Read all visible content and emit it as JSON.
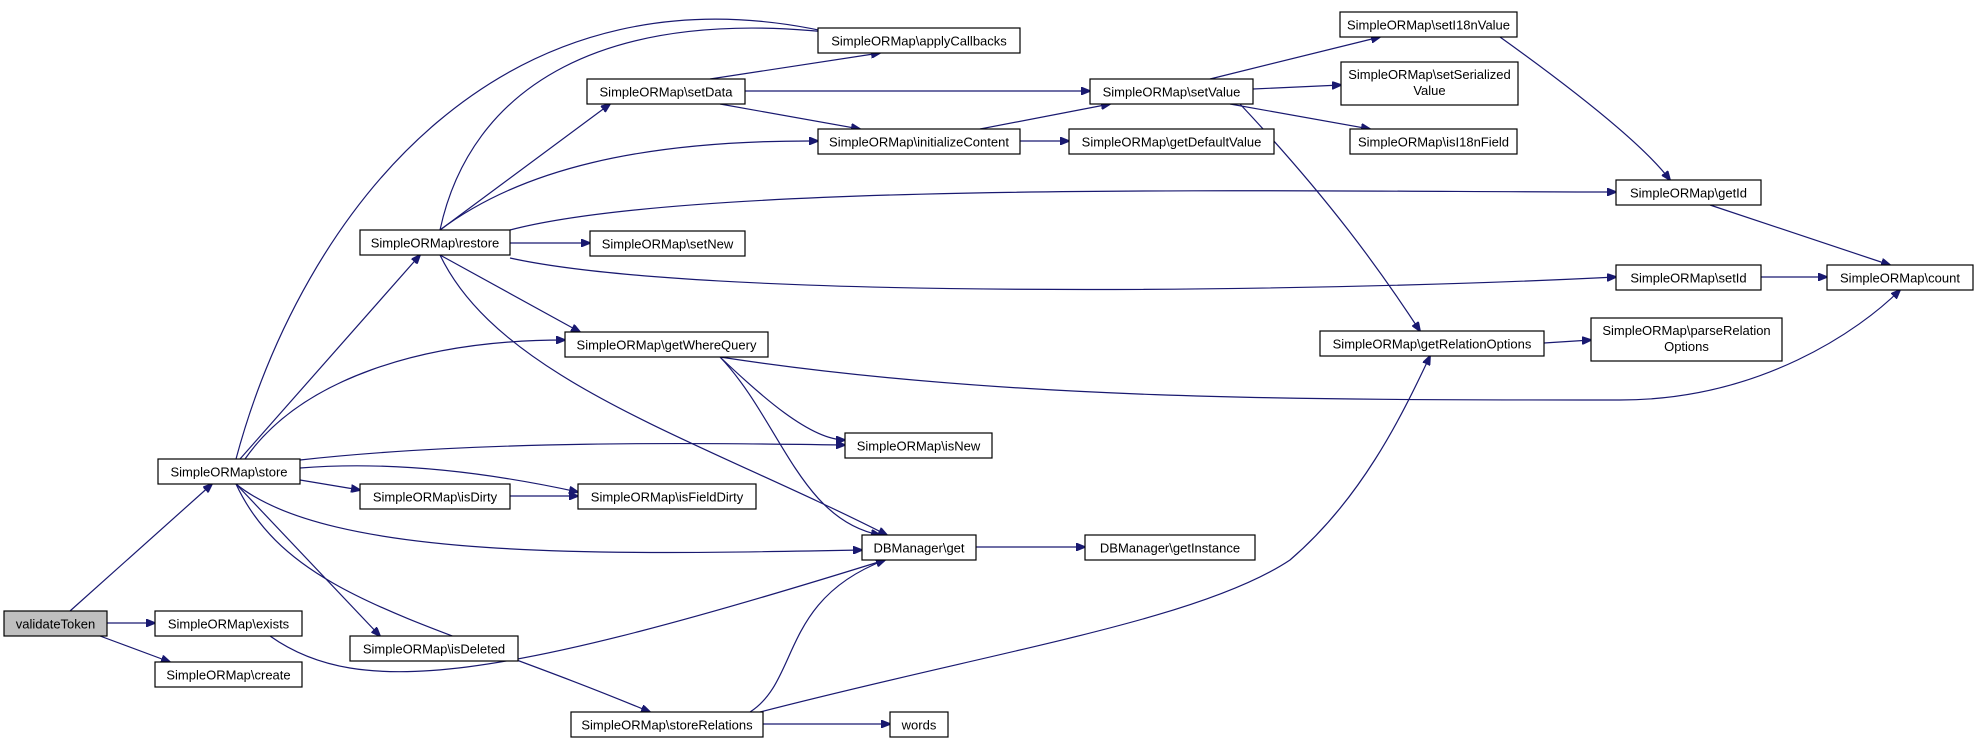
{
  "colors": {
    "edge": "#191970",
    "node_border": "#000000",
    "node_fill": "#ffffff",
    "root_fill": "#bfbfbf",
    "background": "#ffffff"
  },
  "nodes": [
    {
      "id": "validateToken",
      "label": "validateToken",
      "root": true
    },
    {
      "id": "store",
      "label": "SimpleORMap\\store"
    },
    {
      "id": "exists",
      "label": "SimpleORMap\\exists"
    },
    {
      "id": "create",
      "label": "SimpleORMap\\create"
    },
    {
      "id": "restore",
      "label": "SimpleORMap\\restore"
    },
    {
      "id": "applyCallbacks",
      "label": "SimpleORMap\\applyCallbacks"
    },
    {
      "id": "setData",
      "label": "SimpleORMap\\setData"
    },
    {
      "id": "initializeContent",
      "label": "SimpleORMap\\initializeContent"
    },
    {
      "id": "setNew",
      "label": "SimpleORMap\\setNew"
    },
    {
      "id": "getWhereQuery",
      "label": "SimpleORMap\\getWhereQuery"
    },
    {
      "id": "isNew",
      "label": "SimpleORMap\\isNew"
    },
    {
      "id": "isDirty",
      "label": "SimpleORMap\\isDirty"
    },
    {
      "id": "isFieldDirty",
      "label": "SimpleORMap\\isFieldDirty"
    },
    {
      "id": "dbget",
      "label": "DBManager\\get"
    },
    {
      "id": "getInstance",
      "label": "DBManager\\getInstance"
    },
    {
      "id": "isDeleted",
      "label": "SimpleORMap\\isDeleted"
    },
    {
      "id": "storeRelations",
      "label": "SimpleORMap\\storeRelations"
    },
    {
      "id": "words",
      "label": "words"
    },
    {
      "id": "setValue",
      "label": "SimpleORMap\\setValue"
    },
    {
      "id": "getDefaultValue",
      "label": "SimpleORMap\\getDefaultValue"
    },
    {
      "id": "setI18nValue",
      "label": "SimpleORMap\\setI18nValue"
    },
    {
      "id": "setSerializedValue",
      "label": "SimpleORMap\\setSerialized Value"
    },
    {
      "id": "isI18nField",
      "label": "SimpleORMap\\isI18nField"
    },
    {
      "id": "getId",
      "label": "SimpleORMap\\getId"
    },
    {
      "id": "setId",
      "label": "SimpleORMap\\setId"
    },
    {
      "id": "count",
      "label": "SimpleORMap\\count"
    },
    {
      "id": "getRelationOptions",
      "label": "SimpleORMap\\getRelationOptions"
    },
    {
      "id": "parseRelationOptions",
      "label": "SimpleORMap\\parseRelation Options"
    }
  ],
  "edges": [
    [
      "validateToken",
      "store"
    ],
    [
      "validateToken",
      "exists"
    ],
    [
      "validateToken",
      "create"
    ],
    [
      "store",
      "applyCallbacks"
    ],
    [
      "store",
      "restore"
    ],
    [
      "store",
      "getWhereQuery"
    ],
    [
      "store",
      "isNew"
    ],
    [
      "store",
      "isDirty"
    ],
    [
      "store",
      "isFieldDirty"
    ],
    [
      "store",
      "dbget"
    ],
    [
      "store",
      "isDeleted"
    ],
    [
      "store",
      "storeRelations"
    ],
    [
      "exists",
      "dbget"
    ],
    [
      "restore",
      "applyCallbacks"
    ],
    [
      "restore",
      "setData"
    ],
    [
      "restore",
      "initializeContent"
    ],
    [
      "restore",
      "getId"
    ],
    [
      "restore",
      "setNew"
    ],
    [
      "restore",
      "setId"
    ],
    [
      "restore",
      "getWhereQuery"
    ],
    [
      "restore",
      "dbget"
    ],
    [
      "setData",
      "applyCallbacks"
    ],
    [
      "setData",
      "setValue"
    ],
    [
      "setData",
      "initializeContent"
    ],
    [
      "initializeContent",
      "setValue"
    ],
    [
      "initializeContent",
      "getDefaultValue"
    ],
    [
      "setValue",
      "setI18nValue"
    ],
    [
      "setValue",
      "setSerializedValue"
    ],
    [
      "setValue",
      "isI18nField"
    ],
    [
      "setValue",
      "getRelationOptions"
    ],
    [
      "setI18nValue",
      "getId"
    ],
    [
      "getId",
      "count"
    ],
    [
      "setId",
      "count"
    ],
    [
      "getWhereQuery",
      "count"
    ],
    [
      "getWhereQuery",
      "isNew"
    ],
    [
      "getWhereQuery",
      "dbget"
    ],
    [
      "isDirty",
      "isFieldDirty"
    ],
    [
      "dbget",
      "getInstance"
    ],
    [
      "storeRelations",
      "dbget"
    ],
    [
      "storeRelations",
      "getRelationOptions"
    ],
    [
      "storeRelations",
      "words"
    ],
    [
      "getRelationOptions",
      "parseRelationOptions"
    ]
  ]
}
